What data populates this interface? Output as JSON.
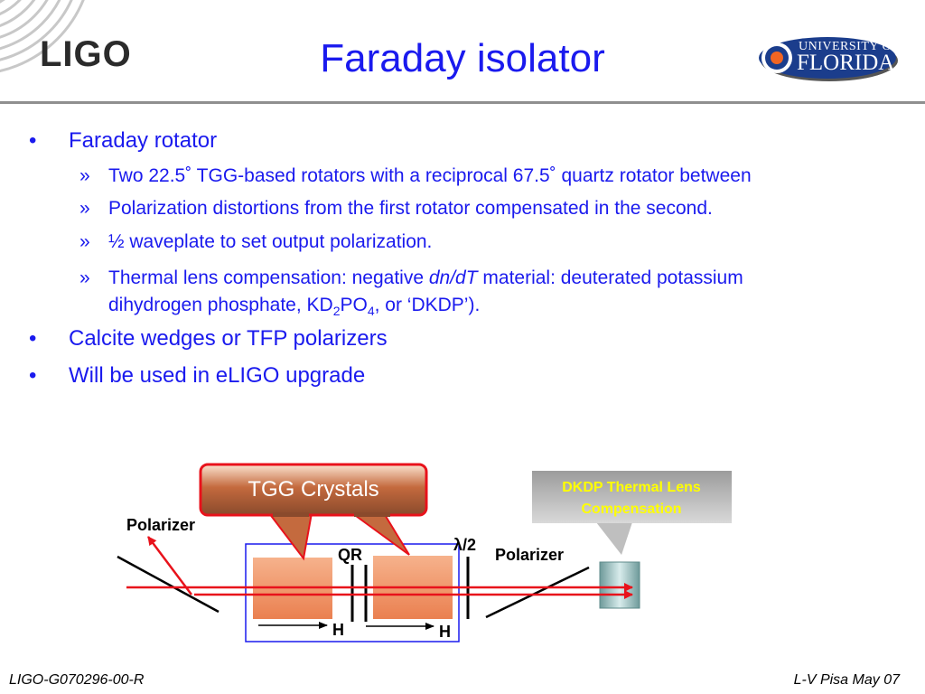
{
  "header": {
    "logo_left": "LIGO",
    "title": "Faraday isolator",
    "logo_right_line1": "UNIVERSITY OF",
    "logo_right_line2": "FLORIDA"
  },
  "bullets": [
    {
      "text": "Faraday rotator",
      "sub": [
        "Two 22.5˚ TGG-based rotators with a reciprocal 67.5˚ quartz rotator between",
        "Polarization distortions from the first rotator compensated in the second.",
        "½ waveplate to set output polarization.",
        {
          "pre": "Thermal lens compensation: negative ",
          "em": "dn/dT",
          "mid": " material: deuterated potassium",
          "line2a": "dihydrogen phosphate, KD",
          "sub1": "2",
          "line2b": "PO",
          "sub2": "4",
          "line2c": ", or ‘DKDP’)."
        }
      ]
    },
    {
      "text": "Calcite wedges or TFP polarizers"
    },
    {
      "text": "Will be used in eLIGO upgrade"
    }
  ],
  "diagram": {
    "callout_tgg": "TGG Crystals",
    "callout_dkdp_line1": "DKDP Thermal Lens",
    "callout_dkdp_line2": "Compensation",
    "label_polarizer_left": "Polarizer",
    "label_polarizer_right": "Polarizer",
    "label_qr": "QR",
    "label_waveplate": "λ/2",
    "label_h1": "H",
    "label_h2": "H",
    "colors": {
      "beam": "#e8121b",
      "crystal": "#f0925e",
      "box": "#1a1aee",
      "dkdp_bg": "#8c8c8c",
      "dkdp_text": "#ffff00"
    }
  },
  "footer": {
    "left": "LIGO-G070296-00-R",
    "right": "L-V Pisa May 07"
  }
}
